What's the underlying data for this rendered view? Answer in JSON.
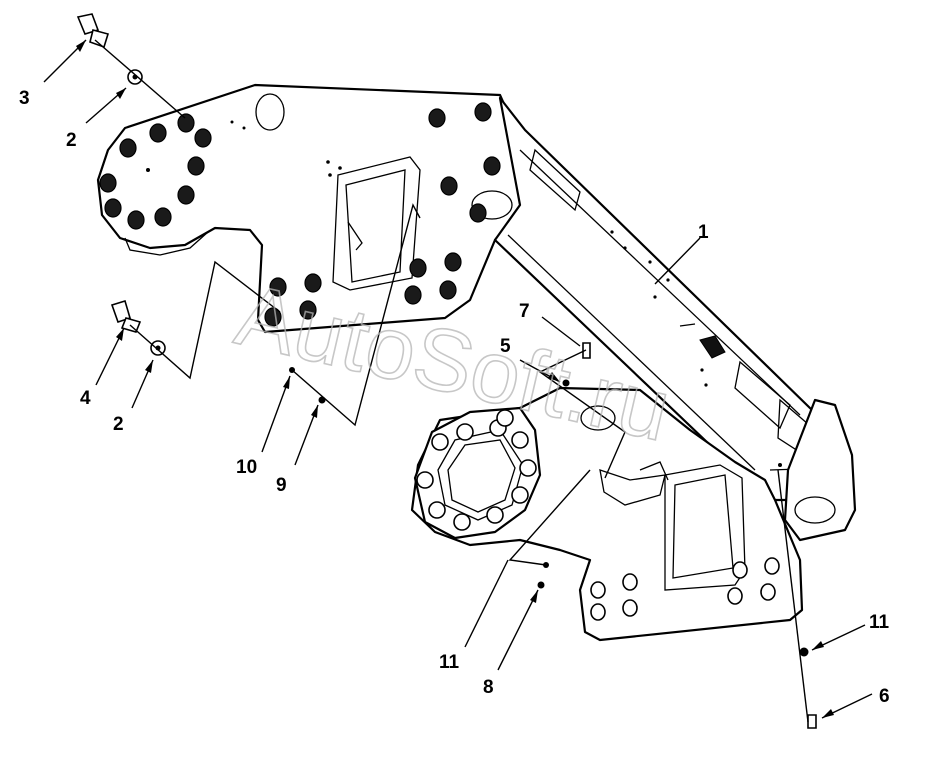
{
  "watermark": "AutoSoft.ru",
  "callouts": [
    {
      "id": "c3",
      "label": "3"
    },
    {
      "id": "c2a",
      "label": "2"
    },
    {
      "id": "c4",
      "label": "4"
    },
    {
      "id": "c2b",
      "label": "2"
    },
    {
      "id": "c10",
      "label": "10"
    },
    {
      "id": "c9",
      "label": "9"
    },
    {
      "id": "c1",
      "label": "1"
    },
    {
      "id": "c7",
      "label": "7"
    },
    {
      "id": "c5",
      "label": "5"
    },
    {
      "id": "c11a",
      "label": "11"
    },
    {
      "id": "c8",
      "label": "8"
    },
    {
      "id": "c11b",
      "label": "11"
    },
    {
      "id": "c6",
      "label": "6"
    }
  ]
}
